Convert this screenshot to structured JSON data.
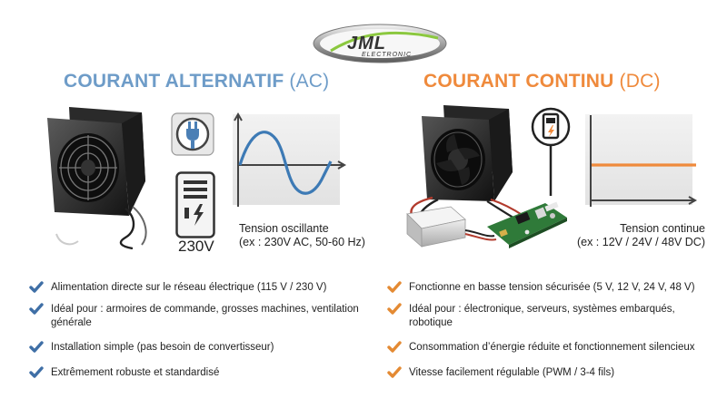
{
  "brand": {
    "main": "JML",
    "sub": "ELECTRONIC"
  },
  "colors": {
    "ac_accent": "#6e9cc8",
    "dc_accent": "#ef8a3c",
    "ac_check": "#3f6fa6",
    "dc_check": "#e48a33",
    "wave": "#3d7ab5",
    "dc_line": "#ef8a3c",
    "logo_swoosh": "#8bc83f"
  },
  "icons": {
    "ac": [
      "fan-icon",
      "plug-icon",
      "power-cabinet-icon",
      "sine-wave-icon",
      "check-icon"
    ],
    "dc": [
      "fan-icon",
      "power-supply-icon",
      "circuit-board-icon",
      "flat-line-icon",
      "check-icon"
    ]
  },
  "ac": {
    "title_main": "COURANT ALTERNATIF",
    "title_abbr": "(AC)",
    "voltage_label": "230V",
    "caption_line1": "Tension oscillante",
    "caption_line2": "(ex : 230V AC, 50-60 Hz)",
    "features": [
      "Alimentation directe sur le réseau électrique (115 V / 230 V)",
      "Idéal pour : armoires de commande, grosses machines, ventilation générale",
      "Installation simple (pas besoin de convertisseur)",
      "Extrêmement robuste et standardisé"
    ]
  },
  "dc": {
    "title_main": "COURANT CONTINU",
    "title_abbr": "(DC)",
    "caption_line1": "Tension continue",
    "caption_line2": "(ex : 12V / 24V / 48V DC)",
    "features": [
      "Fonctionne en basse tension sécurisée (5 V, 12 V, 24 V, 48 V)",
      "Idéal pour : électronique, serveurs, systèmes embarqués, robotique",
      "Consommation d’énergie réduite et fonctionnement silencieux",
      "Vitesse facilement régulable (PWM / 3-4 fils)"
    ]
  }
}
